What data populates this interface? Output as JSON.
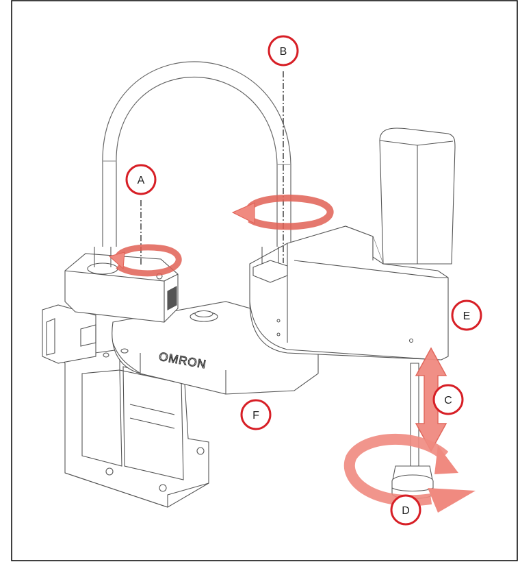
{
  "brand": {
    "logo_text": "OMRON"
  },
  "callouts": {
    "A": "A",
    "B": "B",
    "C": "C",
    "D": "D",
    "E": "E",
    "F": "F"
  },
  "colors": {
    "callout_ring": "#d71f26",
    "arrow_fill": "#f08a80",
    "arrow_stroke": "#e06055",
    "line": "#555555",
    "frame": "#000000"
  }
}
